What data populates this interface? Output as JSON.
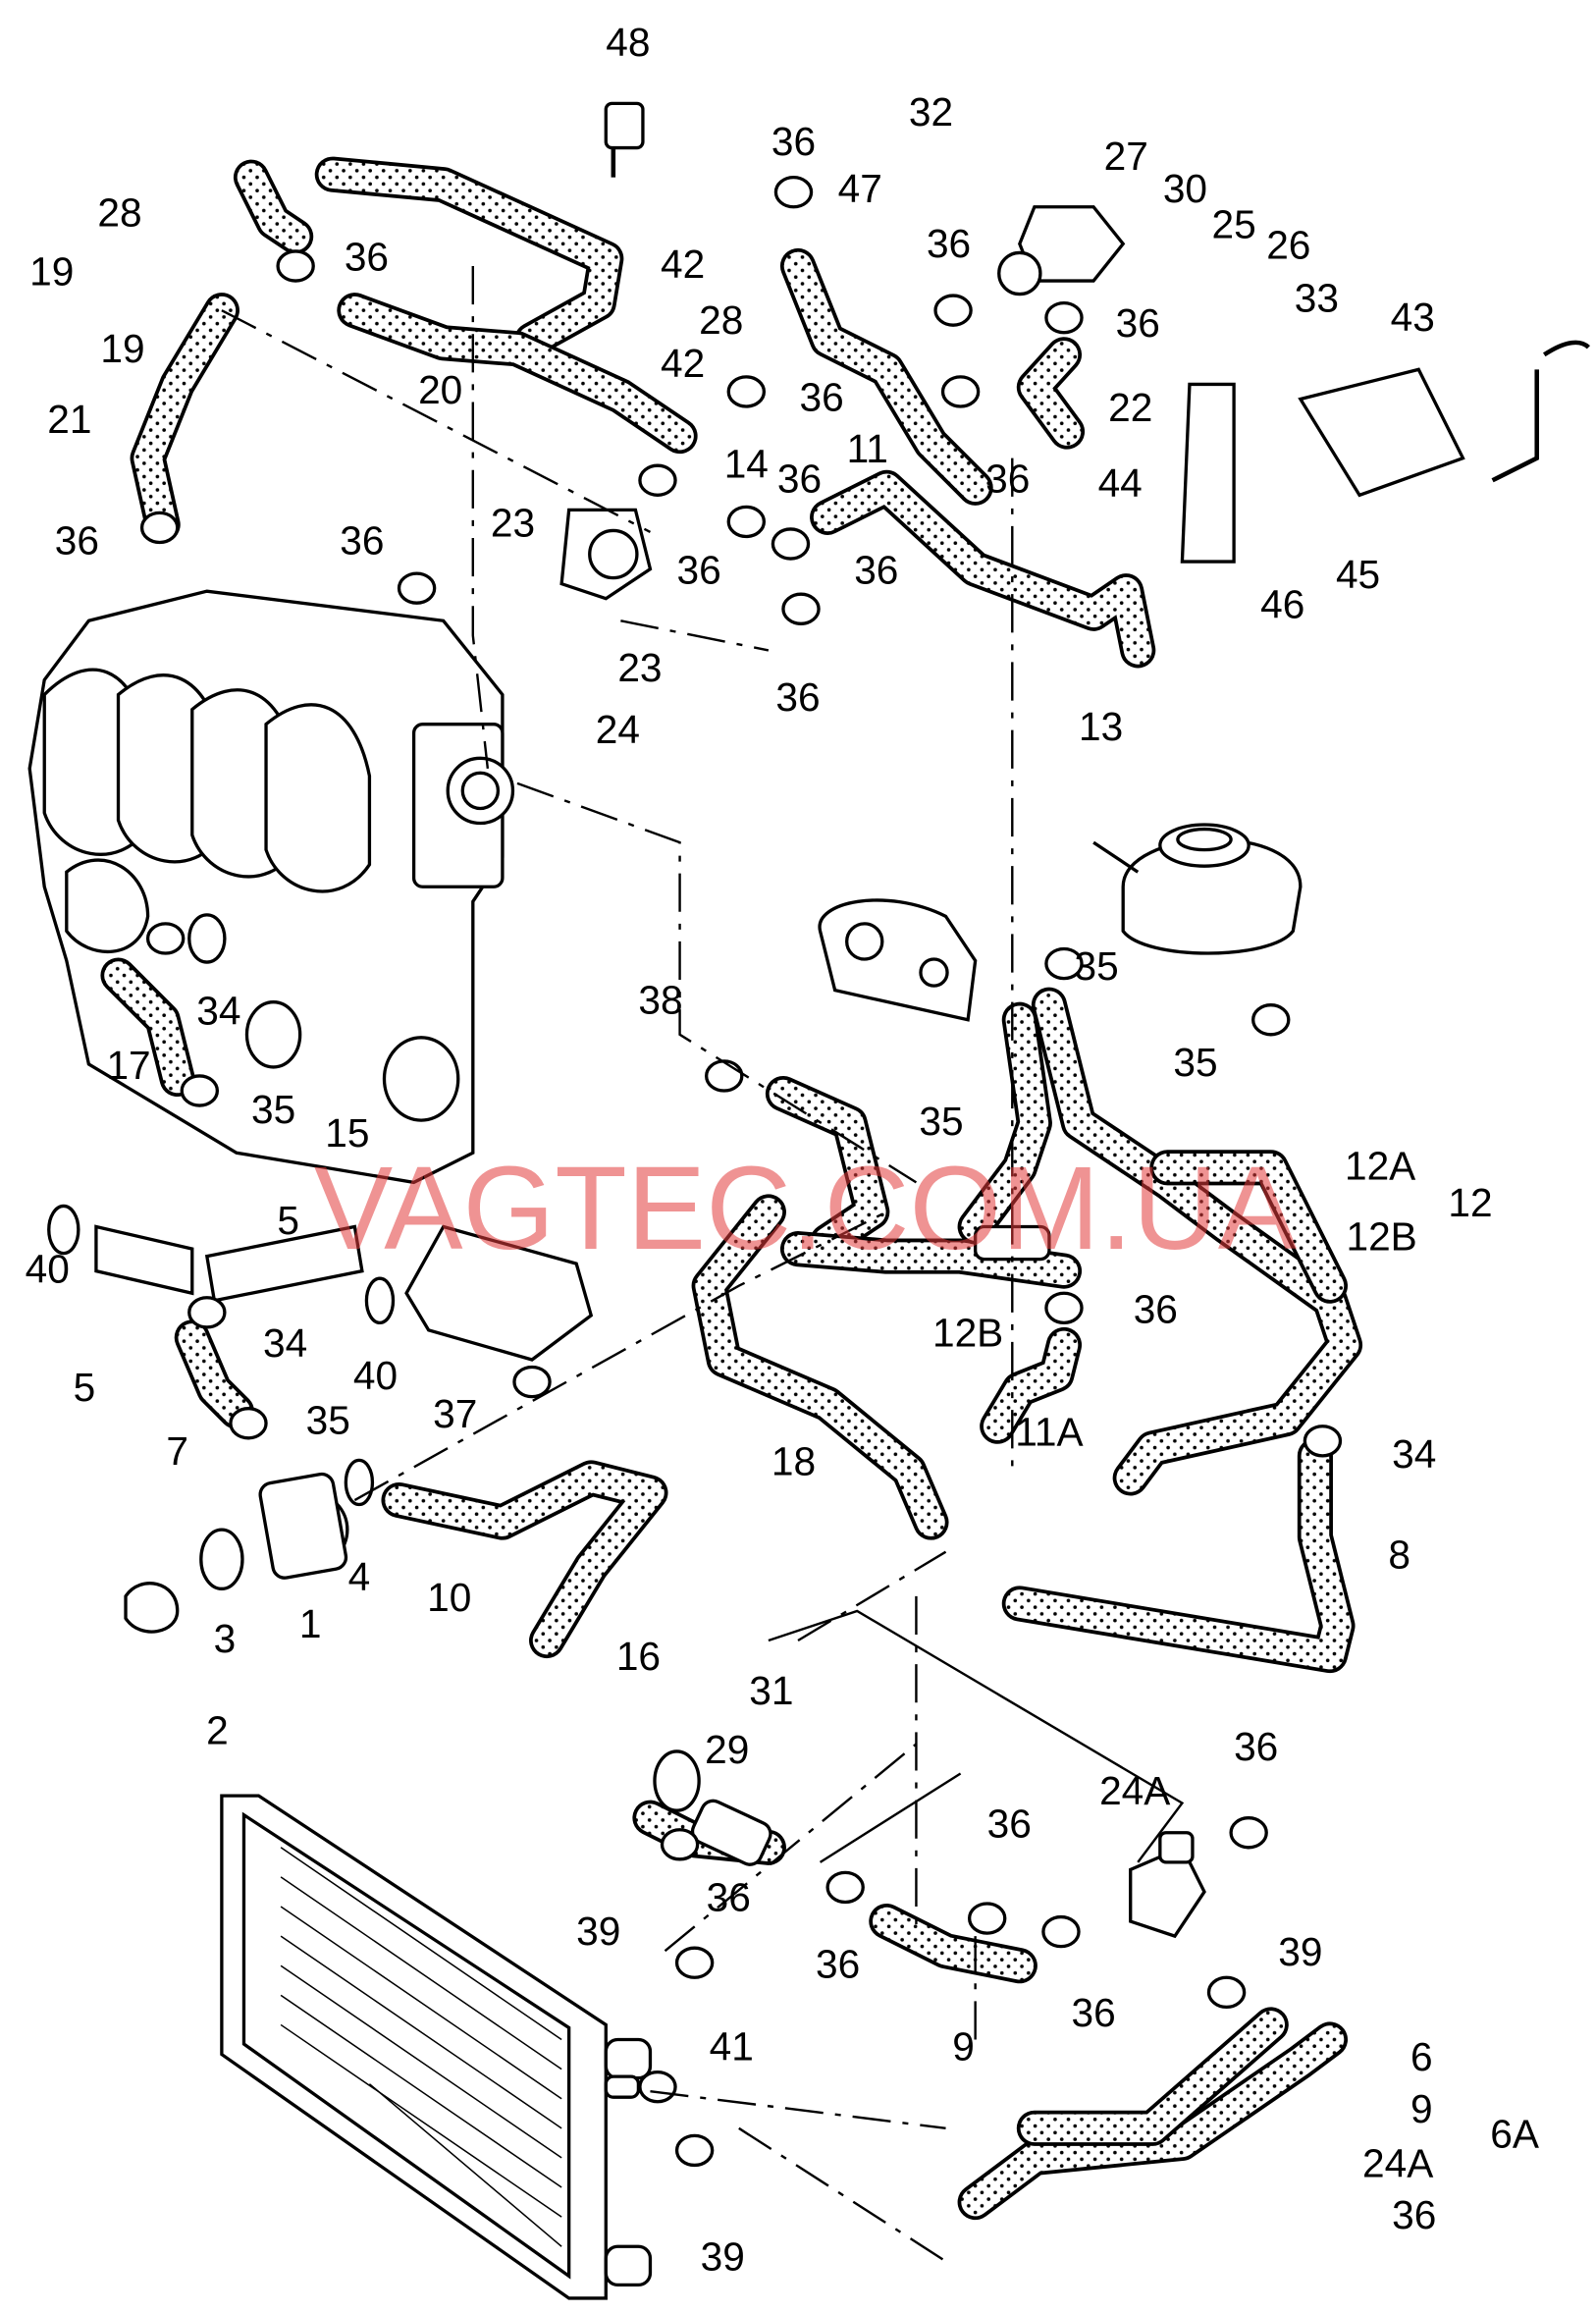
{
  "watermark": "VAGTEC.COM.UA",
  "labels": [
    "48",
    "36",
    "32",
    "27",
    "47",
    "30",
    "25",
    "26",
    "36",
    "28",
    "19",
    "42",
    "19",
    "36",
    "33",
    "36",
    "43",
    "28",
    "20",
    "42",
    "36",
    "22",
    "21",
    "11",
    "36",
    "14",
    "36",
    "44",
    "23",
    "36",
    "36",
    "36",
    "36",
    "45",
    "46",
    "13",
    "23",
    "36",
    "24",
    "38",
    "35",
    "35",
    "34",
    "17",
    "35",
    "35",
    "15",
    "12A",
    "12",
    "5",
    "12B",
    "40",
    "12B",
    "36",
    "34",
    "40",
    "5",
    "37",
    "35",
    "7",
    "11A",
    "18",
    "34",
    "8",
    "10",
    "4",
    "1",
    "3",
    "2",
    "16",
    "31",
    "29",
    "36",
    "24A",
    "36",
    "36",
    "39",
    "36",
    "39",
    "36",
    "9",
    "41",
    "6",
    "9",
    "6A",
    "24A",
    "36",
    "39"
  ]
}
